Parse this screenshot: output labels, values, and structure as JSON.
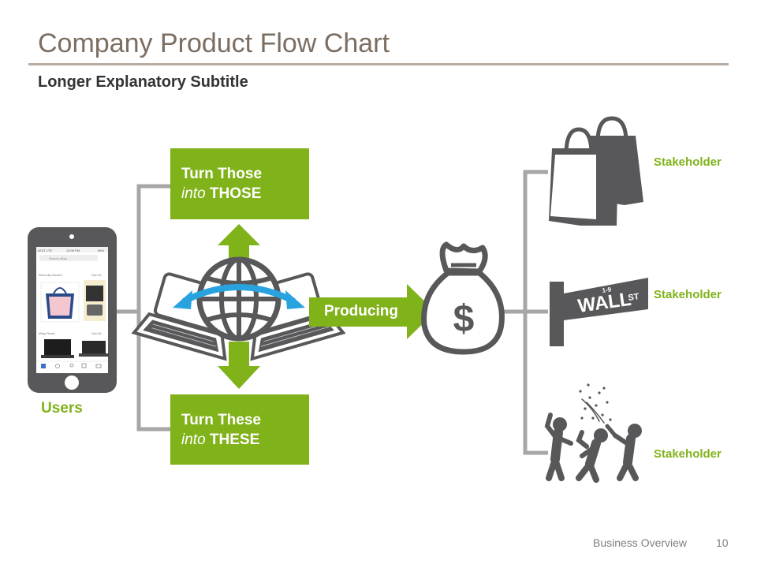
{
  "header": {
    "title": "Company Product Flow Chart",
    "subtitle": "Longer Explanatory Subtitle"
  },
  "flow": {
    "top_box": {
      "line1": "Turn Those",
      "line2_italic": "into",
      "line2_rest": " THOSE"
    },
    "bottom_box": {
      "line1": "Turn These",
      "line2_italic": "into",
      "line2_rest": " THESE"
    },
    "arrow_label": "Producing",
    "source_label": "Users",
    "stakeholders": [
      "Stakeholder",
      "Stakeholder",
      "Stakeholder"
    ],
    "street_sign": {
      "text": "WALL",
      "suffix": "ST",
      "number": "1-9"
    }
  },
  "phone_screen": {
    "status_left": "AT&T LTE",
    "status_time": "12:06 PM",
    "status_right": "96%",
    "search_placeholder": "Search eBay",
    "section1": "Recently Viewed",
    "section2": "eBay Deals",
    "see_all": "See All"
  },
  "colors": {
    "accent_green": "#80b21a",
    "icon_gray": "#58585a",
    "line_gray": "#a6a6a6",
    "title_color": "#7b6e62",
    "arrow_blue": "#29a3e0"
  },
  "footer": {
    "section": "Business Overview",
    "page": "10"
  }
}
